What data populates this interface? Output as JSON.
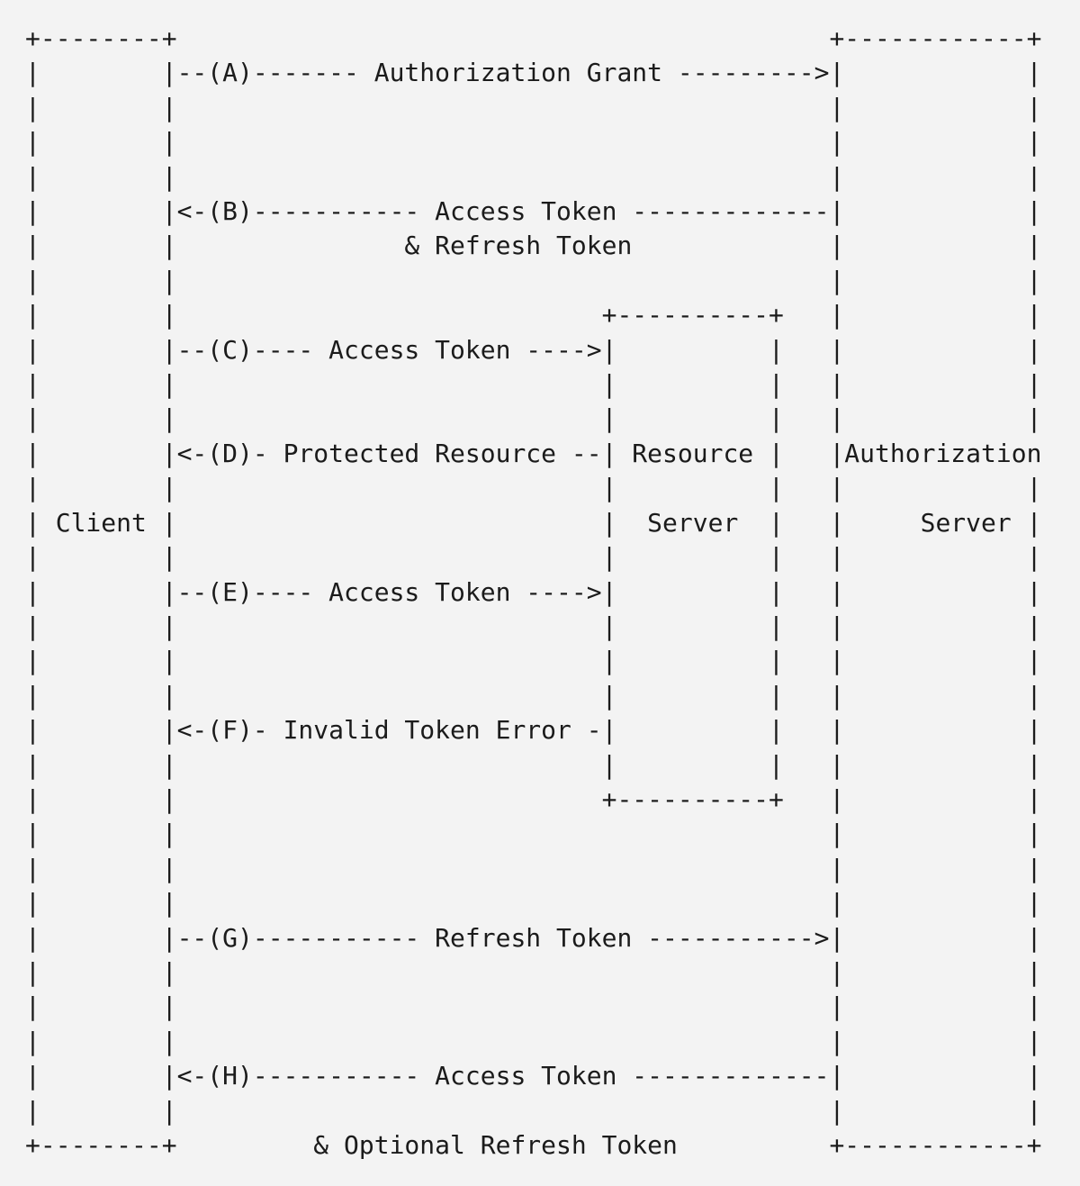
{
  "diagram": {
    "kind": "oauth2-refresh-token-flow-ascii",
    "actors": {
      "client": "Client",
      "resource_server": "Resource Server",
      "authorization_server": "Authorization Server"
    },
    "steps": [
      {
        "id": "A",
        "label": "Authorization Grant"
      },
      {
        "id": "B",
        "label": "Access Token & Refresh Token"
      },
      {
        "id": "C",
        "label": "Access Token"
      },
      {
        "id": "D",
        "label": "Protected Resource"
      },
      {
        "id": "E",
        "label": "Access Token"
      },
      {
        "id": "F",
        "label": "Invalid Token Error"
      },
      {
        "id": "G",
        "label": "Refresh Token"
      },
      {
        "id": "H",
        "label": "Access Token & Optional Refresh Token"
      }
    ],
    "colors": {
      "background": "#f3f3f3",
      "text": "#1b1b1b"
    },
    "ascii_rows": [
      "+--------+                                           +------------+",
      "|        |--(A)------- Authorization Grant --------->|            |",
      "|        |                                           |            |",
      "|        |                                           |            |",
      "|        |                                           |            |",
      "|        |<-(B)----------- Access Token -------------|            |",
      "|        |               & Refresh Token             |            |",
      "|        |                                           |            |",
      "|        |                            +----------+   |            |",
      "|        |--(C)---- Access Token ---->|          |   |            |",
      "|        |                            |          |   |            |",
      "|        |                            |          |   |            |",
      "|        |<-(D)- Protected Resource --| Resource |   |Authorization",
      "|        |                            |          |   |            |",
      "| Client |                            |  Server  |   |     Server |",
      "|        |                            |          |   |            |",
      "|        |--(E)---- Access Token ---->|          |   |            |",
      "|        |                            |          |   |            |",
      "|        |                            |          |   |            |",
      "|        |                            |          |   |            |",
      "|        |<-(F)- Invalid Token Error -|          |   |            |",
      "|        |                            |          |   |            |",
      "|        |                            +----------+   |            |",
      "|        |                                           |            |",
      "|        |                                           |            |",
      "|        |                                           |            |",
      "|        |--(G)----------- Refresh Token ----------->|            |",
      "|        |                                           |            |",
      "|        |                                           |            |",
      "|        |                                           |            |",
      "|        |<-(H)----------- Access Token -------------|            |",
      "|        |                                           |            |",
      "+--------+         & Optional Refresh Token          +------------+"
    ]
  }
}
